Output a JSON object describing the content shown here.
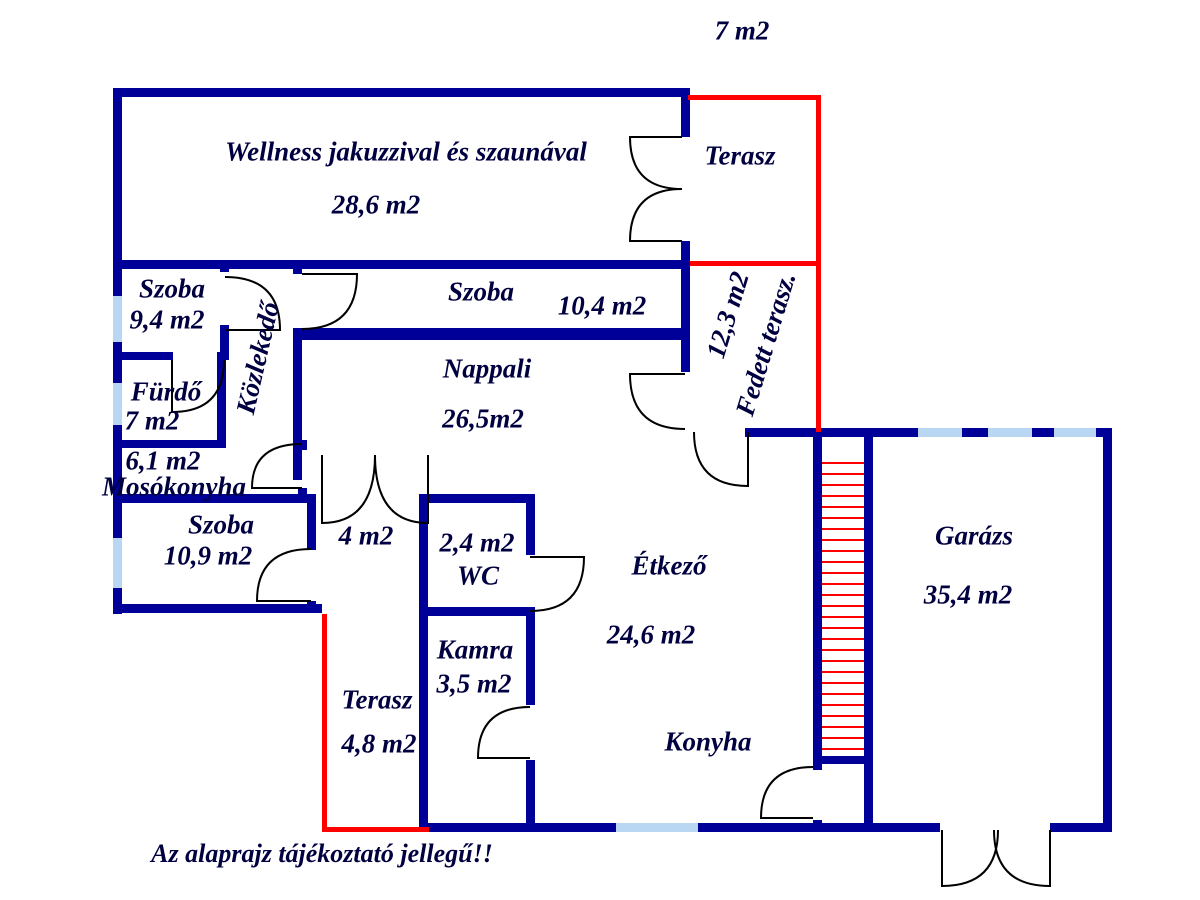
{
  "plan": {
    "top_label": "7 m2",
    "disclaimer": "Az alaprajz tájékoztató jellegű!!",
    "colors": {
      "wall": "#000099",
      "window": "#b9d7f2",
      "terrace_line": "#ff0000",
      "stairs": "#ff0000",
      "door": "#000000",
      "text": "#000040"
    },
    "rooms": {
      "wellness": {
        "name": "Wellness jakuzzival és szaunával",
        "area": "28,6 m2"
      },
      "terasz_felso": {
        "name": "Terasz"
      },
      "szoba_1": {
        "name": "Szoba",
        "area": "9,4 m2"
      },
      "kozlekedo": {
        "name": "Közlekedő"
      },
      "szoba_2": {
        "name": "Szoba",
        "area": "10,4 m2"
      },
      "fedett_terasz": {
        "name": "Fedett terasz.",
        "area": "12,3 m2"
      },
      "nappali": {
        "name": "Nappali",
        "area": "26,5m2"
      },
      "furdo": {
        "name": "Fürdő",
        "area": "7 m2"
      },
      "mosokonyha": {
        "name": "Mosókonyha",
        "area": "6,1 m2"
      },
      "szoba_3": {
        "name": "Szoba",
        "area": "10,9 m2"
      },
      "eloter": {
        "area": "4 m2"
      },
      "wc": {
        "name": "WC",
        "area": "2,4 m2"
      },
      "etkezo": {
        "name": "Étkező",
        "area": "24,6 m2"
      },
      "garazs": {
        "name": "Garázs",
        "area": "35,4 m2"
      },
      "kamra": {
        "name": "Kamra",
        "area": "3,5 m2"
      },
      "terasz_also": {
        "name": "Terasz",
        "area": "4,8 m2"
      },
      "konyha": {
        "name": "Konyha"
      }
    }
  }
}
